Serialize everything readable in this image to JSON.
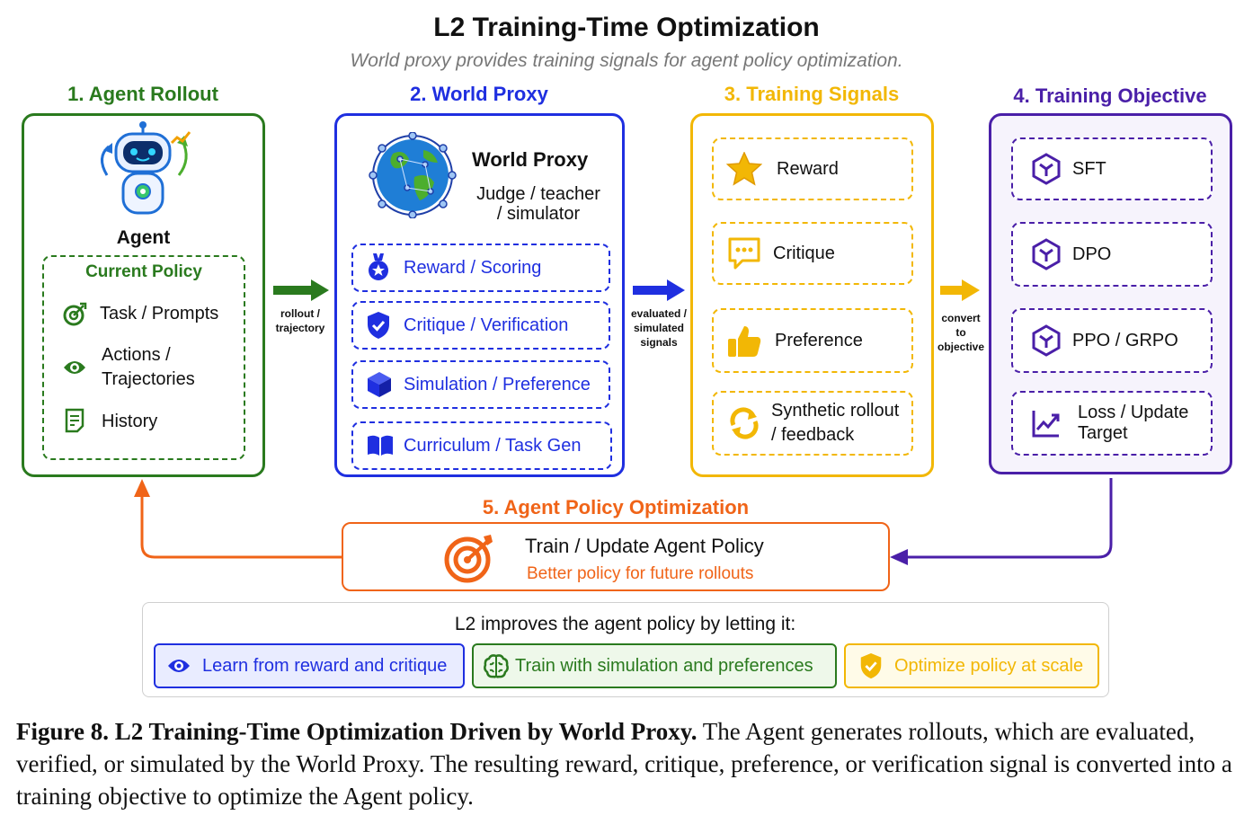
{
  "header": {
    "title": "L2 Training-Time Optimization",
    "subtitle": "World proxy provides training signals for agent policy optimization."
  },
  "colors": {
    "green": "#2a7a1e",
    "blue": "#1f2fe0",
    "yellow": "#f2b705",
    "purple": "#4a1fa8",
    "orange": "#f06418"
  },
  "sections": {
    "rollout": {
      "heading": "1. Agent Rollout",
      "agent_label": "Agent",
      "policy_title": "Current Policy",
      "items": [
        {
          "label": "Task / Prompts",
          "icon": "target-refresh-icon"
        },
        {
          "label": "Actions /\nTrajectories",
          "icon": "eye-icon"
        },
        {
          "label": "History",
          "icon": "document-icon"
        }
      ]
    },
    "proxy": {
      "heading": "2. World Proxy",
      "name": "World Proxy",
      "role": "Judge / teacher\n/ simulator",
      "items": [
        {
          "label": "Reward / Scoring",
          "icon": "medal-icon"
        },
        {
          "label": "Critique / Verification",
          "icon": "shield-check-icon"
        },
        {
          "label": "Simulation / Preference",
          "icon": "cube-icon"
        },
        {
          "label": "Curriculum / Task Gen",
          "icon": "book-icon"
        }
      ]
    },
    "signals": {
      "heading": "3. Training Signals",
      "items": [
        {
          "label": "Reward",
          "icon": "star-icon"
        },
        {
          "label": "Critique",
          "icon": "speech-bubble-icon"
        },
        {
          "label": "Preference",
          "icon": "thumbs-up-icon"
        },
        {
          "label": "Synthetic rollout\n/ feedback",
          "icon": "refresh-icon"
        }
      ]
    },
    "objective": {
      "heading": "4. Training Objective",
      "items": [
        {
          "label": "SFT",
          "icon": "hex-node-icon"
        },
        {
          "label": "DPO",
          "icon": "hex-node-icon"
        },
        {
          "label": "PPO / GRPO",
          "icon": "hex-node-icon"
        },
        {
          "label": "Loss / Update\nTarget",
          "icon": "trend-chart-icon"
        }
      ]
    },
    "optimization": {
      "heading": "5. Agent Policy Optimization",
      "main": "Train / Update Agent Policy",
      "sub": "Better policy for future rollouts"
    }
  },
  "arrows": {
    "a1": "rollout /\ntrajectory",
    "a2": "evaluated /\nsimulated\nsignals",
    "a3": "convert\nto\nobjective"
  },
  "summary": {
    "title": "L2 improves the agent policy by letting it:",
    "pills": [
      {
        "label": "Learn from reward and critique",
        "icon": "eye-icon"
      },
      {
        "label": "Train with simulation and preferences",
        "icon": "brain-icon"
      },
      {
        "label": "Optimize policy at scale",
        "icon": "shield-check-icon"
      }
    ]
  },
  "caption": {
    "bold": "Figure 8. L2 Training-Time Optimization Driven by World Proxy.",
    "text": " The Agent generates rollouts, which are evaluated, verified, or simulated by the World Proxy.  The resulting reward, critique, preference, or verification signal is converted into a training objective to optimize the Agent policy."
  }
}
